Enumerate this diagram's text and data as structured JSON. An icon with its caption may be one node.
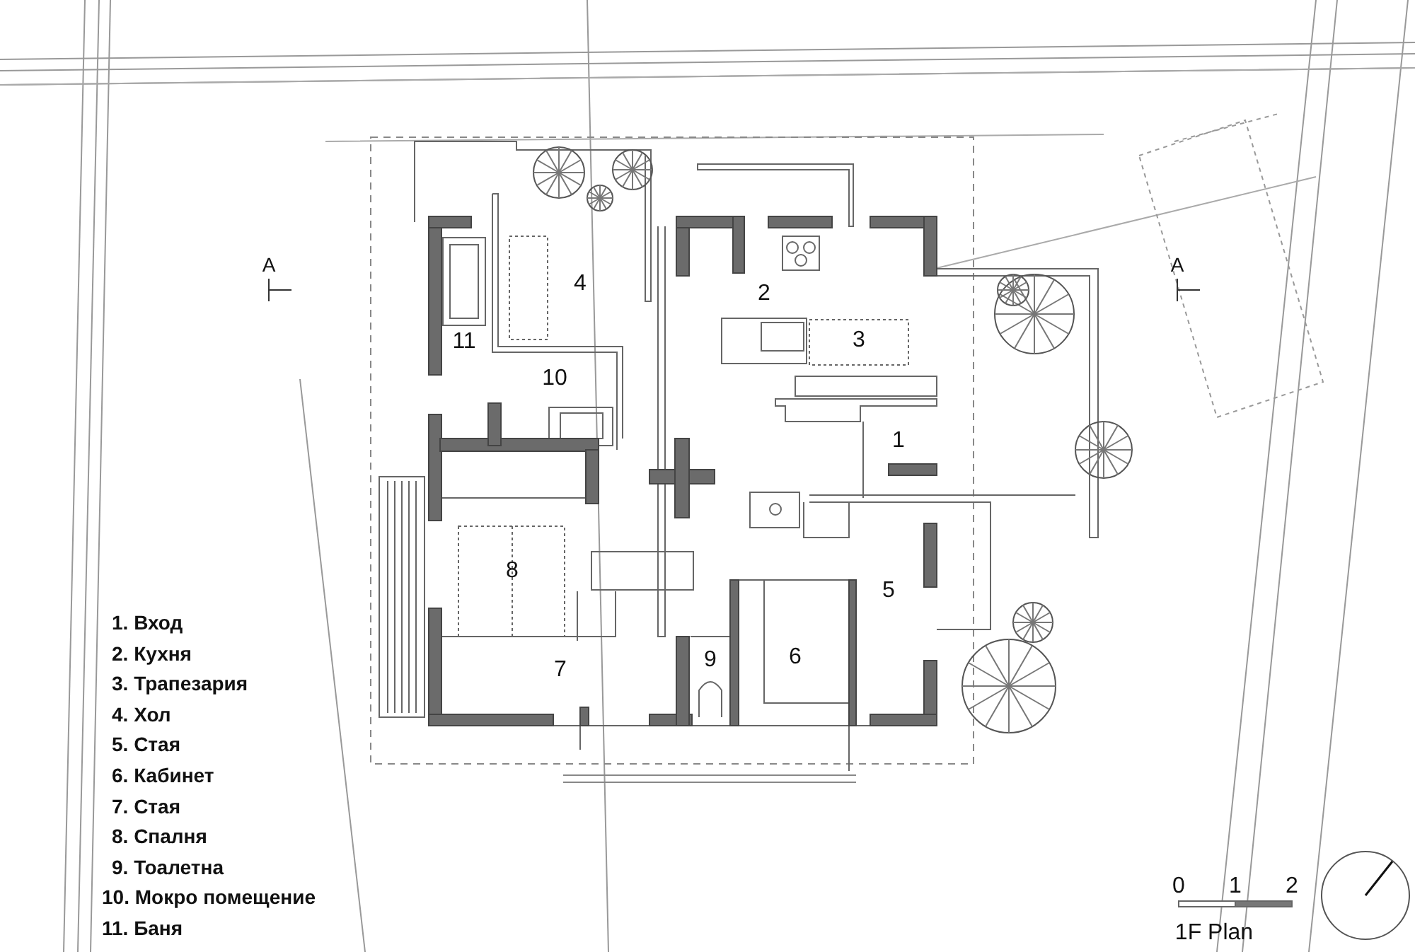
{
  "diagram": {
    "caption": "1F Plan",
    "labels": [
      "A",
      "A",
      "4",
      "2",
      "11",
      "3",
      "10",
      "1",
      "8",
      "5",
      "9",
      "6",
      "7",
      "1. Вход",
      "2. Кухня",
      "3. Трапезария",
      "4. Хол",
      "5. Стая",
      "6. Кабинет",
      "7. Стая",
      "8. Спалня",
      "9. Тоалетна",
      "10. Мокро помещение",
      "11. Баня",
      "0",
      "1",
      "2"
    ]
  }
}
